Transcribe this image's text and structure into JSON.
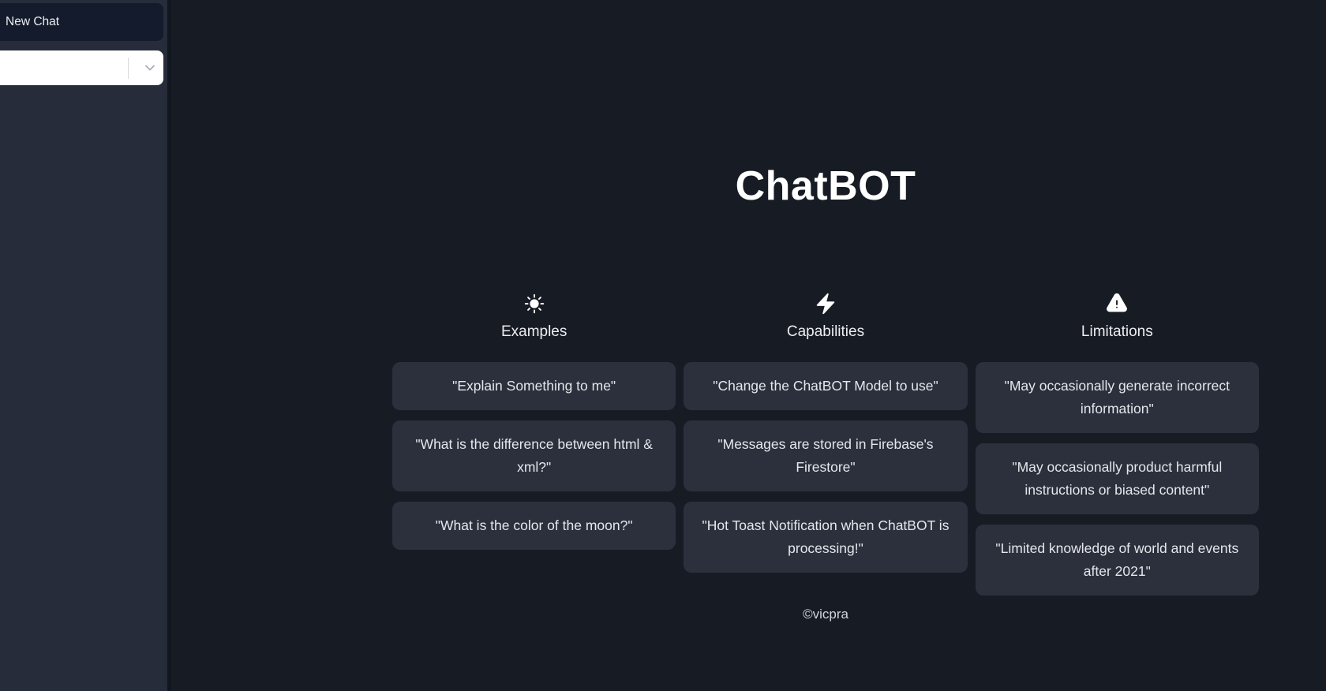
{
  "sidebar": {
    "new_chat_label": "New Chat",
    "model_select": {
      "value": "",
      "chevron_icon": "chevron-down-icon"
    }
  },
  "main": {
    "title": "ChatBOT",
    "columns": [
      {
        "icon": "sun-icon",
        "label": "Examples",
        "cards": [
          "\"Explain Something to me\"",
          "\"What is the difference between html & xml?\"",
          "\"What is the color of the moon?\""
        ]
      },
      {
        "icon": "bolt-icon",
        "label": "Capabilities",
        "cards": [
          "\"Change the ChatBOT Model to use\"",
          "\"Messages are stored in Firebase's Firestore\"",
          "\"Hot Toast Notification when ChatBOT is processing!\""
        ]
      },
      {
        "icon": "warning-icon",
        "label": "Limitations",
        "cards": [
          "\"May occasionally generate incorrect information\"",
          "\"May occasionally product harmful instructions or biased content\"",
          "\"Limited knowledge of world and events after 2021\""
        ]
      }
    ],
    "footer": "©vicpra"
  },
  "colors": {
    "main_background": "#171b24",
    "sidebar_background": "#262c39",
    "new_chat_button": "#141b2c",
    "card_background": "#2b303c",
    "select_background": "#ffffff",
    "text_primary": "#ffffff",
    "text_card": "#e4e7ec"
  }
}
